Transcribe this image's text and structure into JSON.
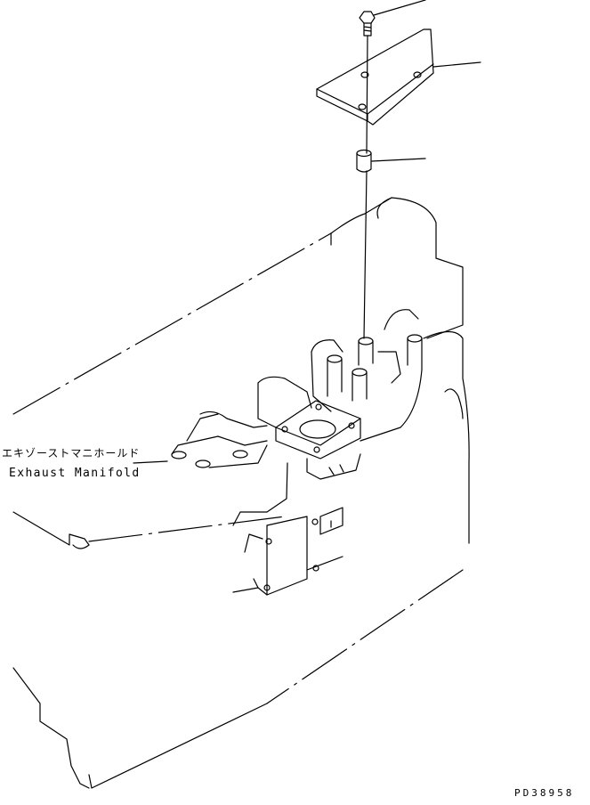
{
  "callout": {
    "label_jp": "エキゾーストマニホールド",
    "label_en": "Exhaust Manifold"
  },
  "drawing_code": "PD38958"
}
